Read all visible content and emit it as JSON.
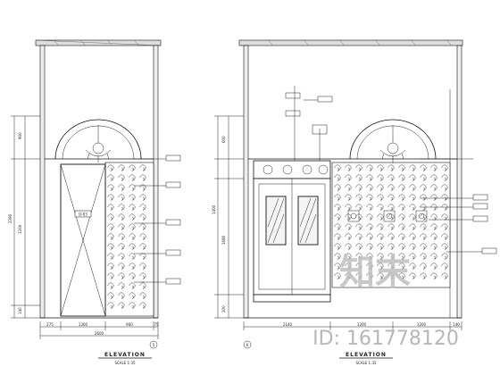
{
  "drawings": [
    {
      "title": "ELEVATION",
      "scale": "SCALE 1:35",
      "marker": "5",
      "dims_bottom": [
        "275",
        "1300",
        "900",
        "75"
      ],
      "dims_total": "2600",
      "dims_left": [
        "900",
        "2390",
        "1200",
        "140"
      ],
      "door_tag": "D-03"
    },
    {
      "title": "ELEVATION",
      "scale": "SCALE 1:35",
      "marker": "6",
      "dims_bottom": [
        "2140",
        "1200",
        "1200",
        "140"
      ],
      "dims_total": "",
      "dims_left": [
        "600",
        "1400",
        "1680",
        "200"
      ]
    }
  ],
  "watermark": {
    "brand": "知末",
    "id_text": "ID: 161778120"
  }
}
